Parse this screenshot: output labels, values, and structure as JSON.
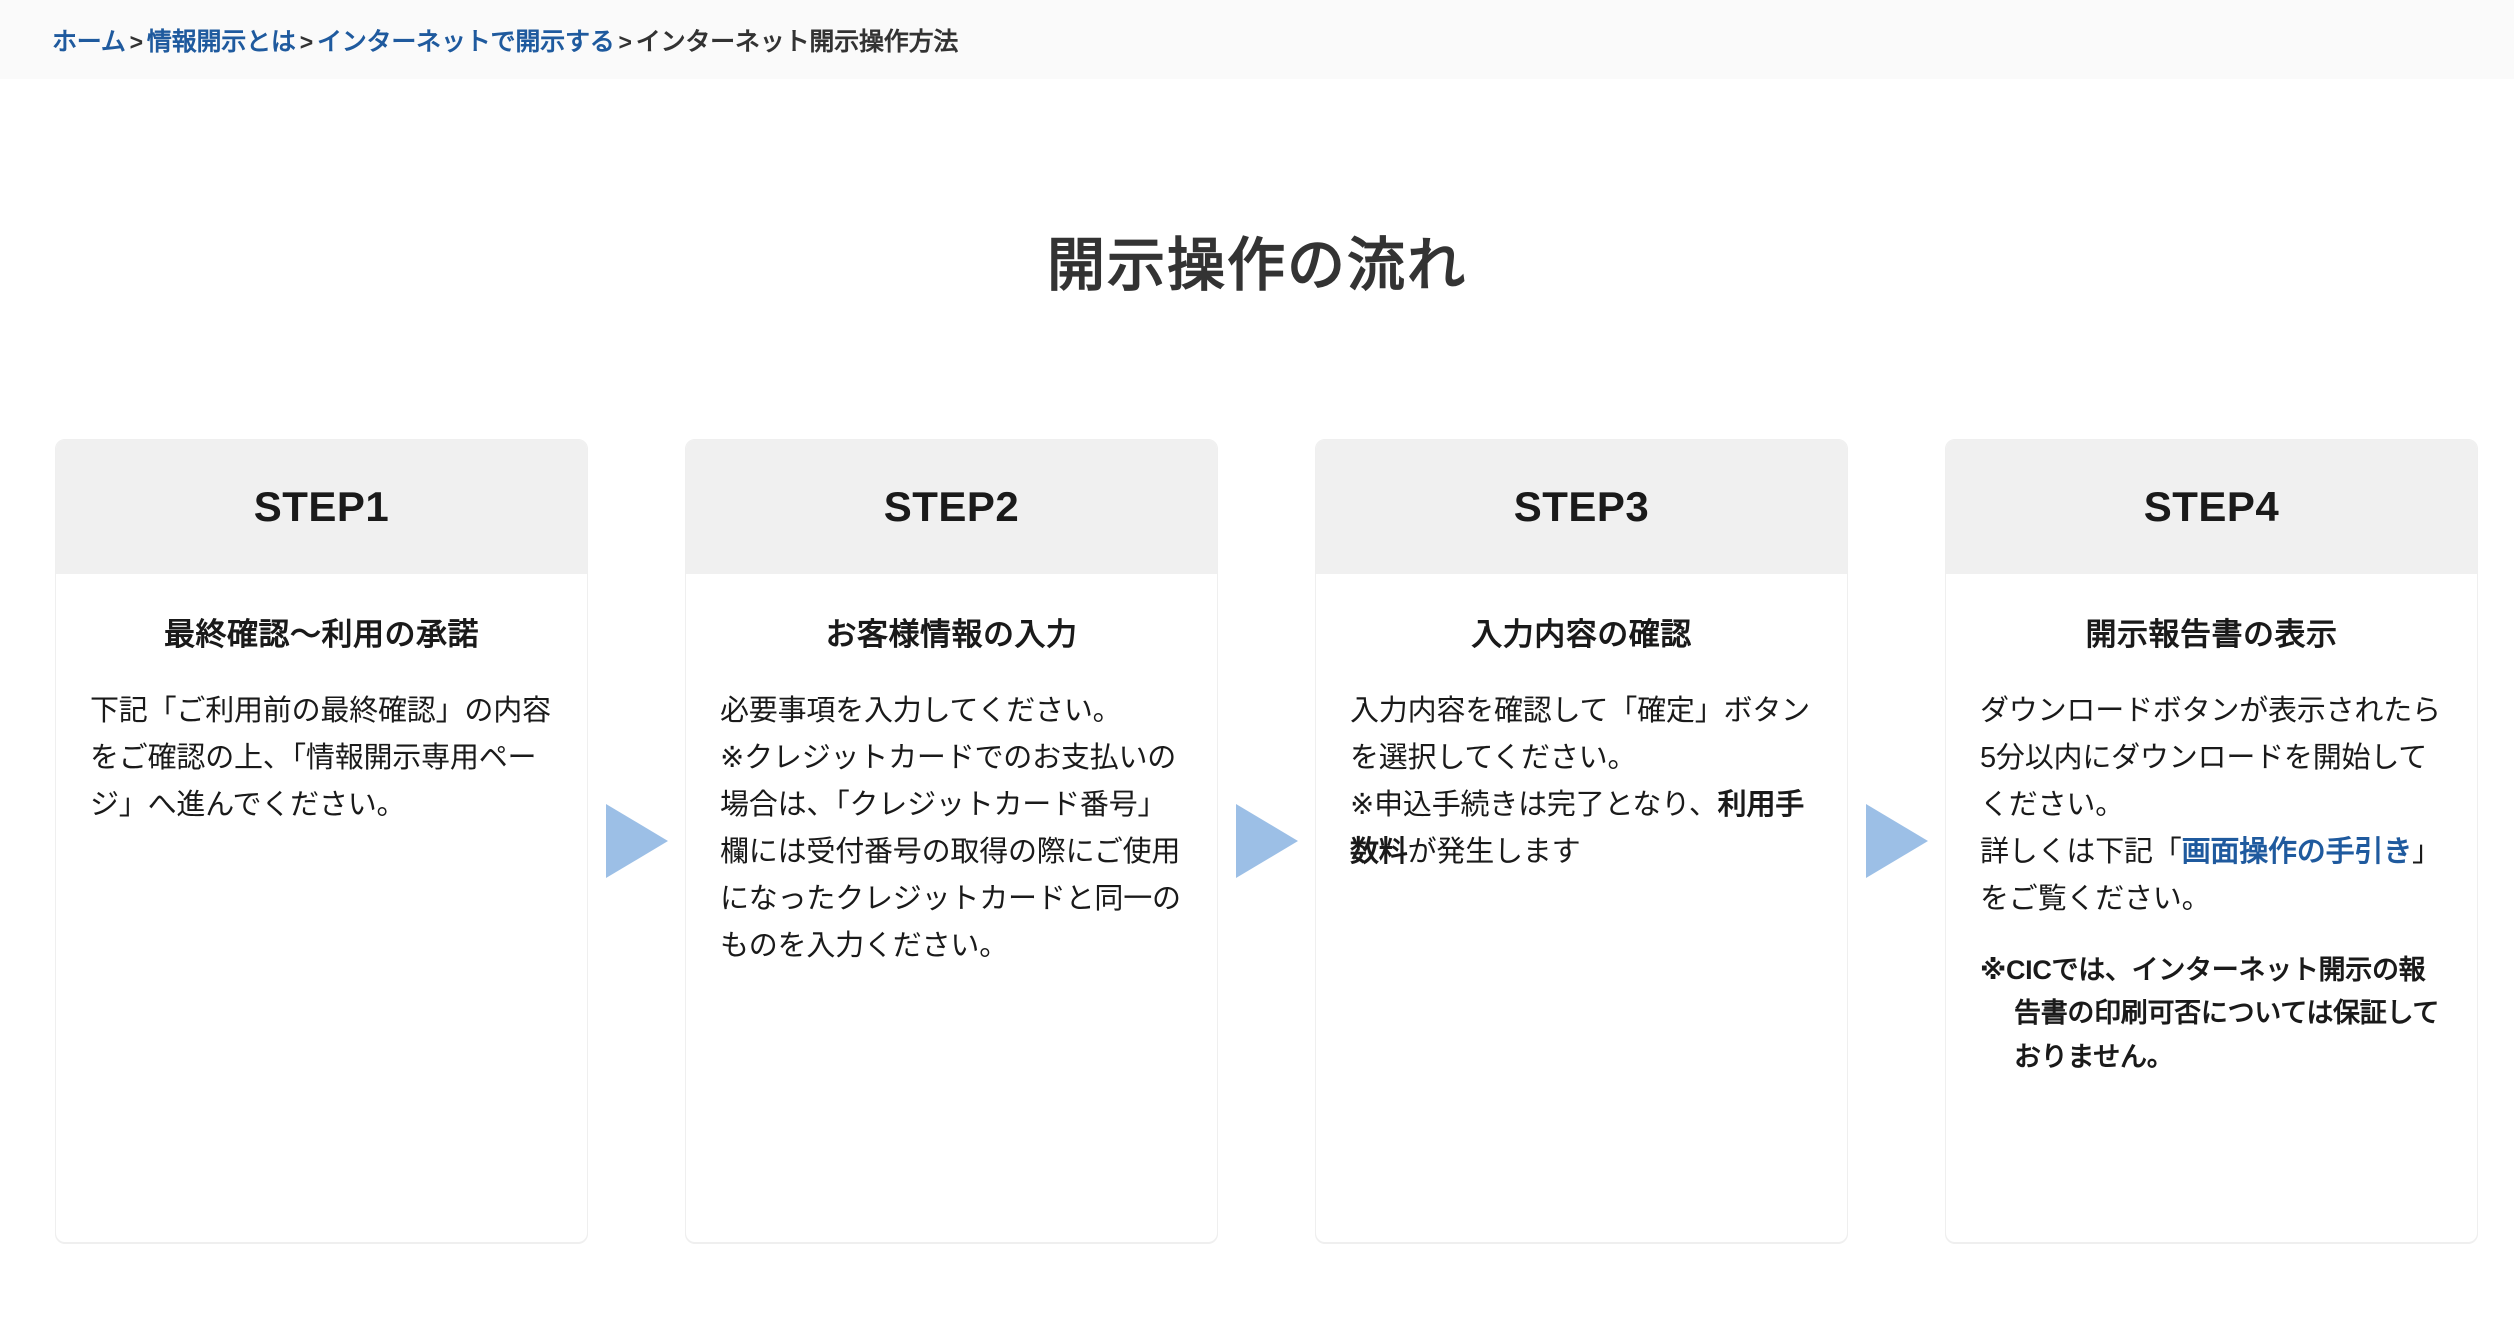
{
  "breadcrumb": {
    "separator": ">",
    "items": [
      {
        "label": "ホーム",
        "link": true
      },
      {
        "label": "情報開示とは",
        "link": true
      },
      {
        "label": "インターネットで開示する",
        "link": true
      },
      {
        "label": "インターネット開示操作方法",
        "link": false
      }
    ]
  },
  "page": {
    "title": "開示操作の流れ"
  },
  "colors": {
    "link": "#1f5a9e",
    "arrow": "#9cbfe6",
    "header_bg": "#f0f0f0",
    "card_border": "#efefef",
    "breadcrumb_bg": "#fafafa",
    "text": "#1a1a1a"
  },
  "arrow": {
    "icon": "triangle-right-icon",
    "count": 3
  },
  "steps": [
    {
      "header": "STEP1",
      "subtitle": "最終確認〜利用の承諾",
      "paragraphs": [
        {
          "text": "下記「ご利用前の最終確認」の内容をご確認の上、「情報開示専用ページ」へ進んでください。"
        }
      ]
    },
    {
      "header": "STEP2",
      "subtitle": "お客様情報の入力",
      "paragraphs": [
        {
          "text": "必要事項を入力してください。"
        },
        {
          "text": "※クレジットカードでのお支払いの場合は、「クレジットカード番号」欄には受付番号の取得の際にご使用になったクレジットカードと同一のものを入力ください。"
        }
      ]
    },
    {
      "header": "STEP3",
      "subtitle": "入力内容の確認",
      "paragraphs": [
        {
          "text": "入力内容を確認して「確定」ボタンを選択してください。"
        }
      ],
      "note_prefix": "※申込手続きは完了となり、",
      "note_bold": "利用手数料",
      "note_suffix": "が発生します"
    },
    {
      "header": "STEP4",
      "subtitle": "開示報告書の表示",
      "paragraphs": [
        {
          "text": "ダウンロードボタンが表示されたら5分以内にダウンロードを開始してください。"
        }
      ],
      "link_prefix": "詳しくは下記「",
      "link_label": "画面操作の手引き",
      "link_suffix": "」をご覧ください。",
      "note": "※CICでは、インターネット開示の報告書の印刷可否については保証しておりません。"
    }
  ]
}
